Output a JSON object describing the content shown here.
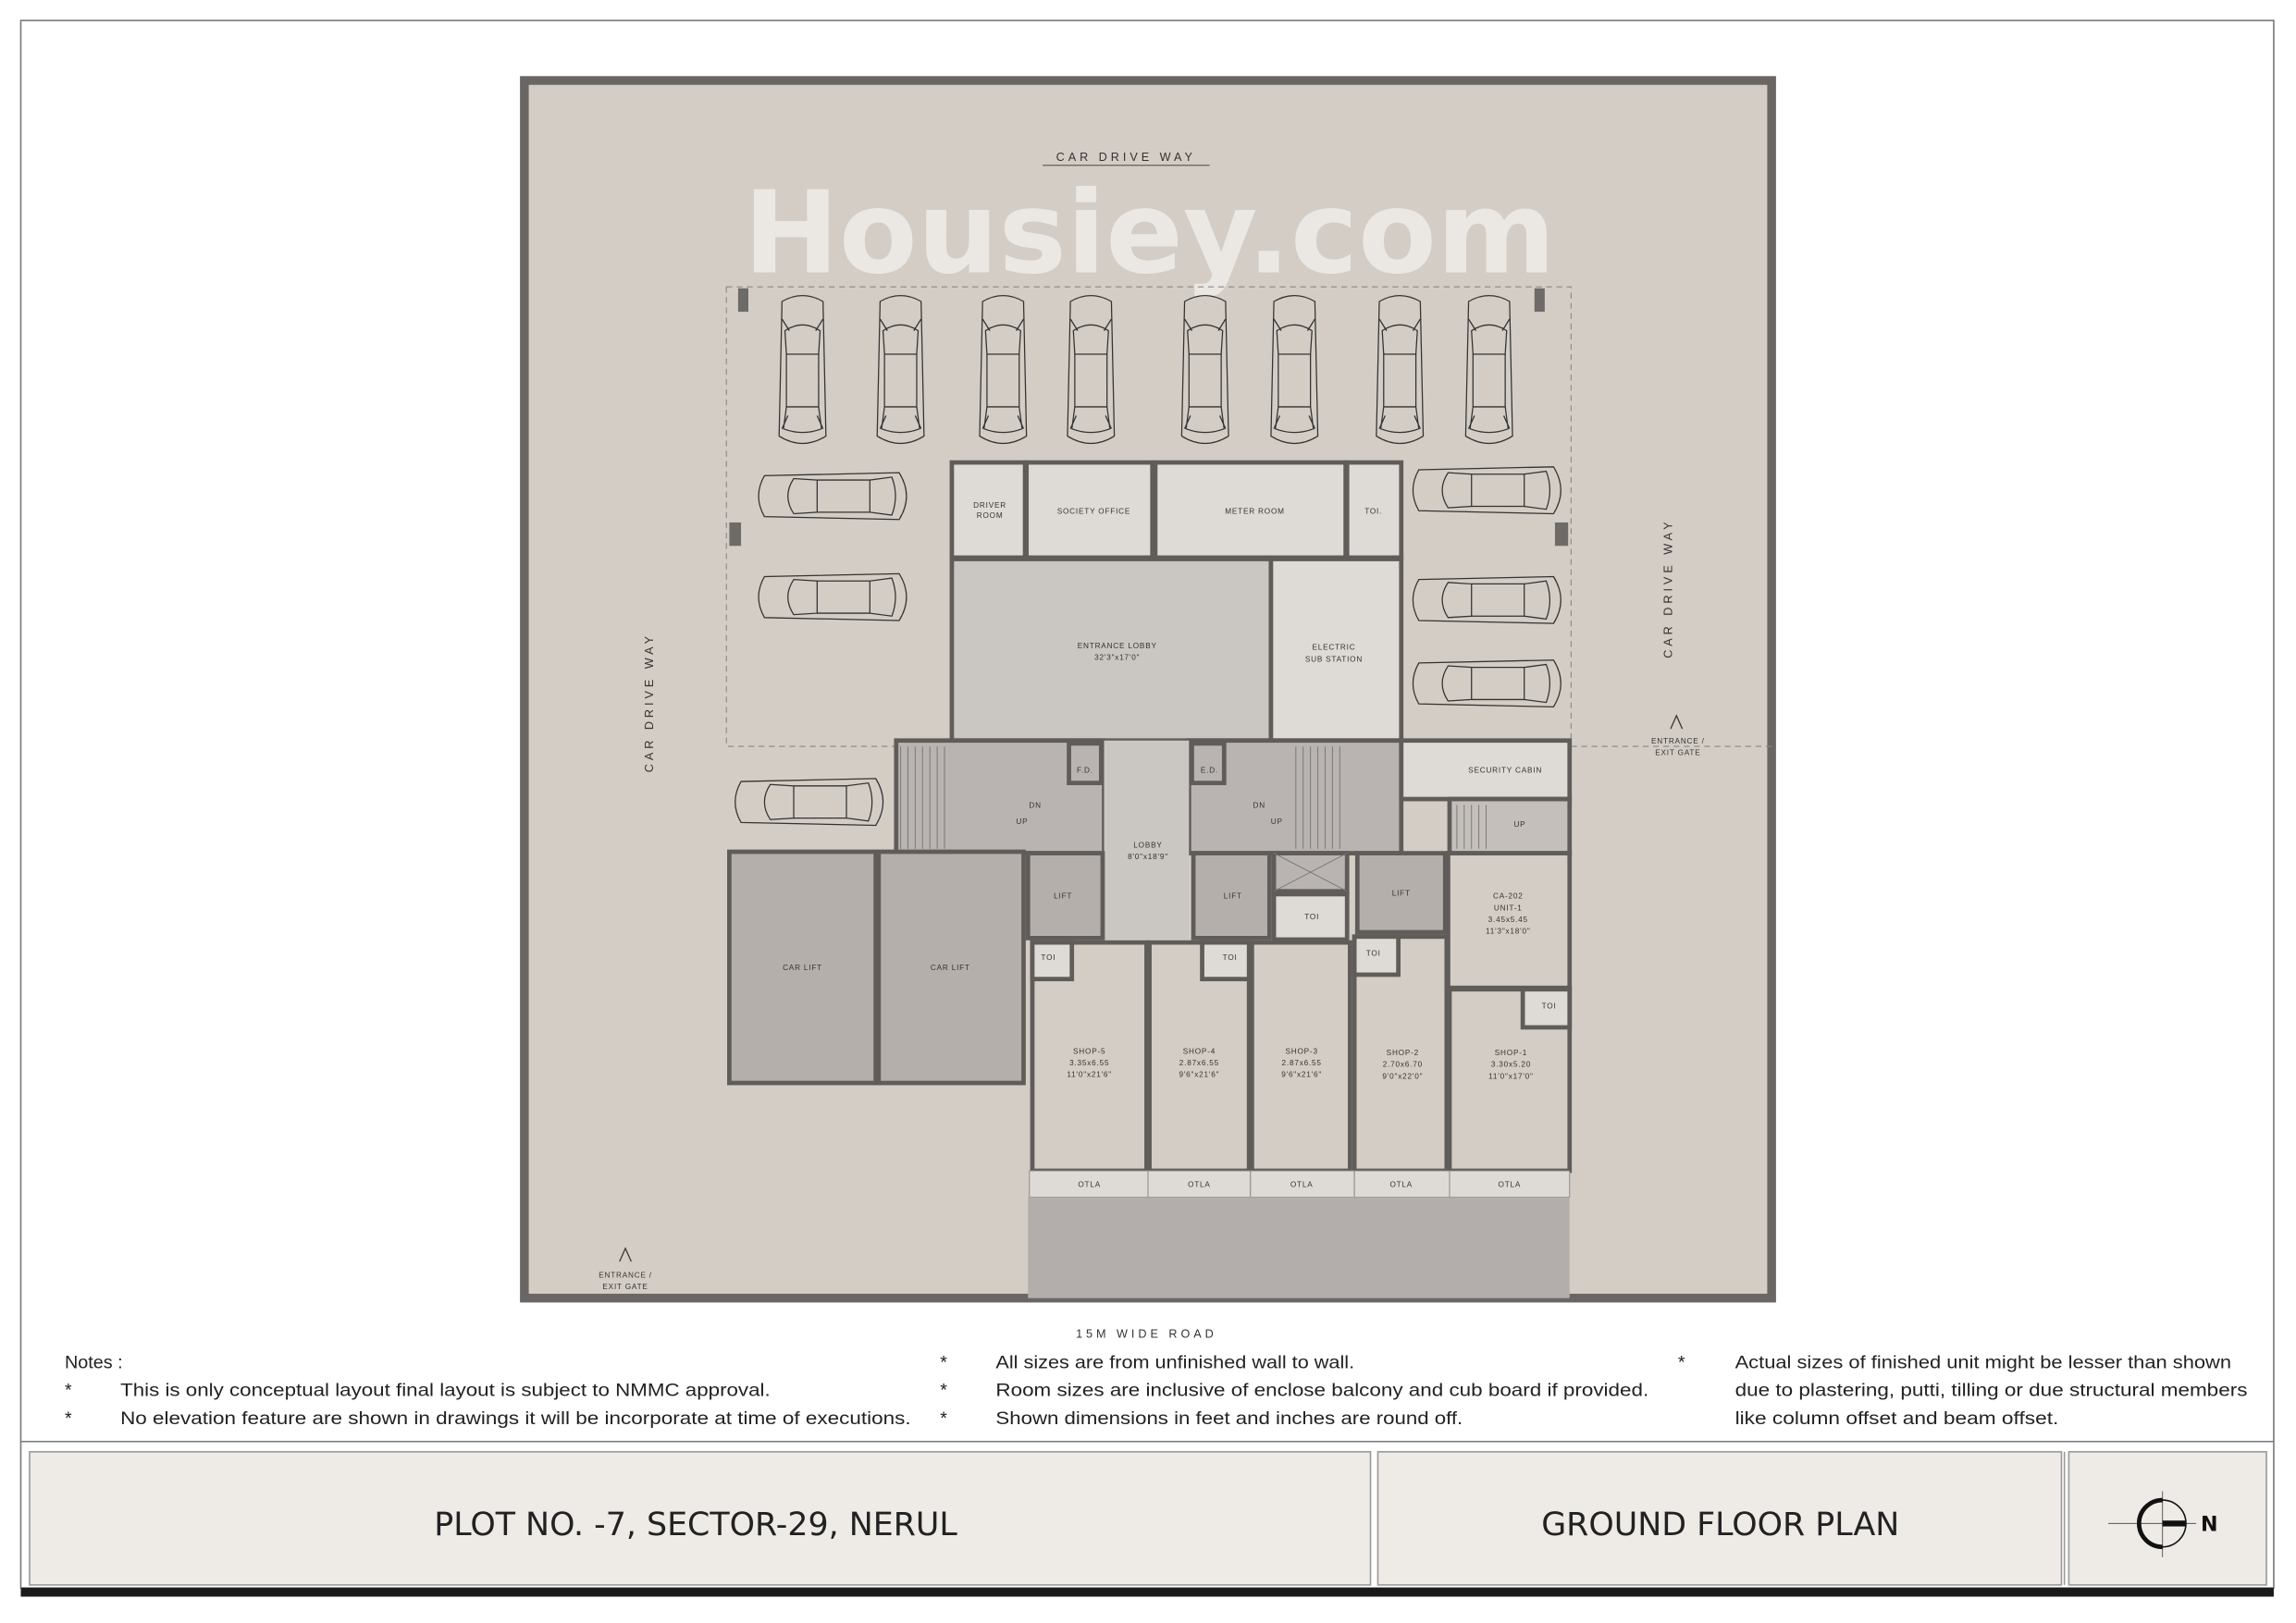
{
  "plan": {
    "drive_top": "CAR DRIVE WAY",
    "drive_left": "CAR DRIVE WAY",
    "drive_right": "CAR DRIVE WAY",
    "gate_right": [
      "ENTRANCE /",
      "EXIT GATE"
    ],
    "gate_left": [
      "ENTRANCE /",
      "EXIT GATE"
    ],
    "road": "15M WIDE ROAD",
    "rooms": {
      "driver_room": [
        "DRIVER",
        "ROOM"
      ],
      "society_office": "SOCIETY OFFICE",
      "meter_room": "METER ROOM",
      "toi_top": "TOI.",
      "entrance_lobby": [
        "ENTRANCE LOBBY",
        "32'3\"x17'0\""
      ],
      "electric_sub_station": [
        "ELECTRIC",
        "SUB STATION"
      ],
      "fd": "F.D.",
      "ed": "E.D.",
      "dn": "DN",
      "up": "UP",
      "lobby": [
        "LOBBY",
        "8'0\"x18'9\""
      ],
      "security_cabin": "SECURITY CABIN",
      "car_lift": "CAR LIFT",
      "lift": "LIFT",
      "toi": "TOI",
      "ca202": [
        "CA-202",
        "UNIT-1",
        "3.45x5.45",
        "11'3\"x18'0\""
      ],
      "shops": [
        {
          "name": "SHOP-5",
          "metric": "3.35x6.55",
          "imperial": "11'0\"x21'6\""
        },
        {
          "name": "SHOP-4",
          "metric": "2.87x6.55",
          "imperial": "9'6\"x21'6\""
        },
        {
          "name": "SHOP-3",
          "metric": "2.87x6.55",
          "imperial": "9'6\"x21'6\""
        },
        {
          "name": "SHOP-2",
          "metric": "2.70x6.70",
          "imperial": "9'0\"x22'0\""
        },
        {
          "name": "SHOP-1",
          "metric": "3.30x5.20",
          "imperial": "11'0\"x17'0\""
        }
      ],
      "otla": "OTLA"
    }
  },
  "watermark": "Housiey.com",
  "notes": {
    "heading": "Notes :",
    "bullet": "*",
    "items": [
      "This is only conceptual layout final layout is subject to NMMC approval.",
      "No elevation feature are shown in drawings it will be incorporate at time of executions.",
      "All sizes are from unfinished wall to wall.",
      "Room sizes are inclusive of enclose balcony and cub board if provided.",
      "Shown dimensions in feet and inches are round off.",
      "Actual sizes of finished unit might be lesser than shown",
      "due to plastering, putti, tilling  or due structural members",
      "like column offset and beam offset."
    ]
  },
  "title_block": {
    "project": "PLOT NO. -7, SECTOR-29, NERUL",
    "sheet": "GROUND FLOOR PLAN",
    "north": "N"
  },
  "colors": {
    "plot": "#d4cdc5",
    "room": "#dedad5",
    "lobby": "#cac6c1",
    "lift": "#b5afac",
    "wall": "#5f5c59",
    "title_bg": "#eeeae6"
  }
}
